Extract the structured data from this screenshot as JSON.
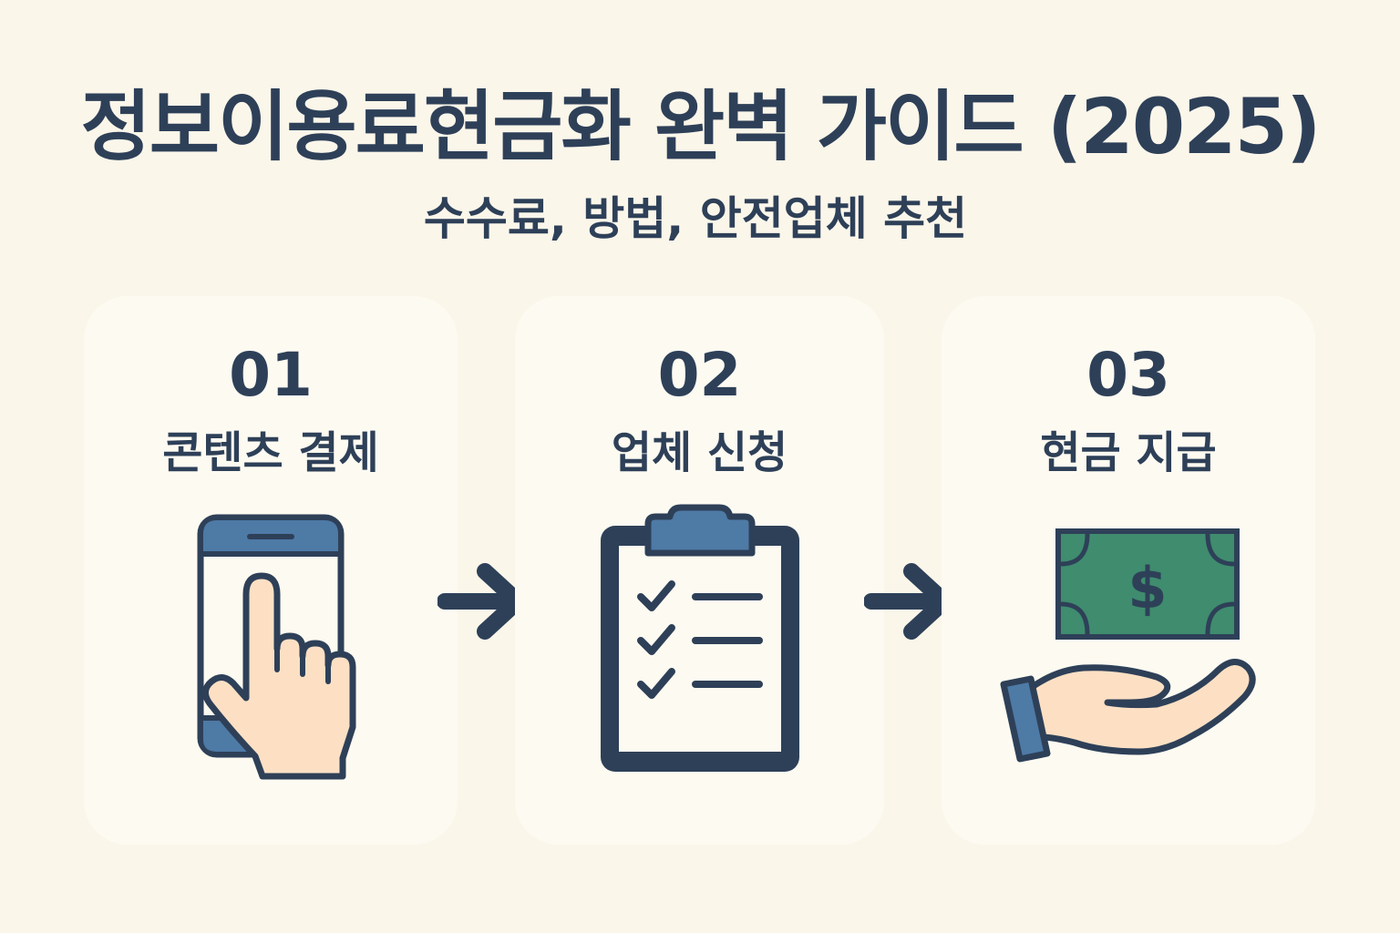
{
  "title": "정보이용료현금화 완벽 가이드 (2025)",
  "subtitle": "수수료, 방법, 안전업체 추천",
  "steps": [
    {
      "number": "01",
      "label": "콘텐츠 결제",
      "icon": "phone-tap-icon"
    },
    {
      "number": "02",
      "label": "업체 신청",
      "icon": "clipboard-checklist-icon"
    },
    {
      "number": "03",
      "label": "현금 지급",
      "icon": "cash-in-hand-icon"
    }
  ],
  "arrows": [
    "arrow-right-icon",
    "arrow-right-icon"
  ],
  "colors": {
    "background": "#fbf6ea",
    "card": "#fdfaf1",
    "text": "#2e4058",
    "accent_blue": "#4e7aa6",
    "skin": "#fde0c4",
    "money_green": "#3f8c6e"
  }
}
